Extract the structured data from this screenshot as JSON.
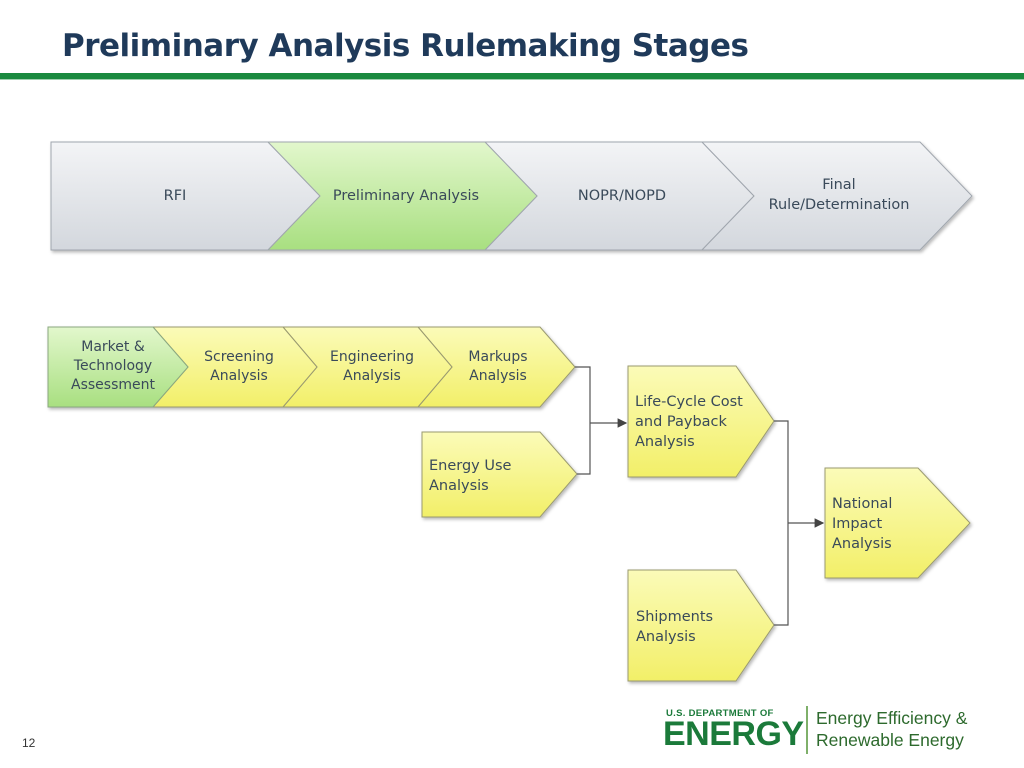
{
  "title": "Preliminary Analysis Rulemaking Stages",
  "stages": [
    {
      "label": "RFI",
      "highlighted": false
    },
    {
      "label": "Preliminary Analysis",
      "highlighted": true
    },
    {
      "label": "NOPR/NOPD",
      "highlighted": false
    },
    {
      "label": "Final Rule/Determination",
      "highlighted": false
    }
  ],
  "analysis_row": [
    {
      "label": "Market & Technology Assessment",
      "highlighted": true
    },
    {
      "label": "Screening Analysis",
      "highlighted": false
    },
    {
      "label": "Engineering Analysis",
      "highlighted": false
    },
    {
      "label": "Markups Analysis",
      "highlighted": false
    }
  ],
  "energy_use": {
    "label": "Energy Use Analysis"
  },
  "lcc": {
    "label": "Life-Cycle Cost and Payback Analysis"
  },
  "shipments": {
    "label": "Shipments Analysis"
  },
  "nia": {
    "label": "National Impact Analysis"
  },
  "page_number": "12",
  "logo": {
    "doe_small": "U.S. DEPARTMENT OF",
    "doe_big": "ENERGY",
    "eere_line1": "Energy Efficiency &",
    "eere_line2": "Renewable Energy"
  },
  "colors": {
    "title": "#1f3a5a",
    "rule": "#1b8a3f",
    "gray_fill": "#e2e5e9",
    "green_fill": "#c6eda5",
    "yellow_fill": "#f7f58a"
  }
}
